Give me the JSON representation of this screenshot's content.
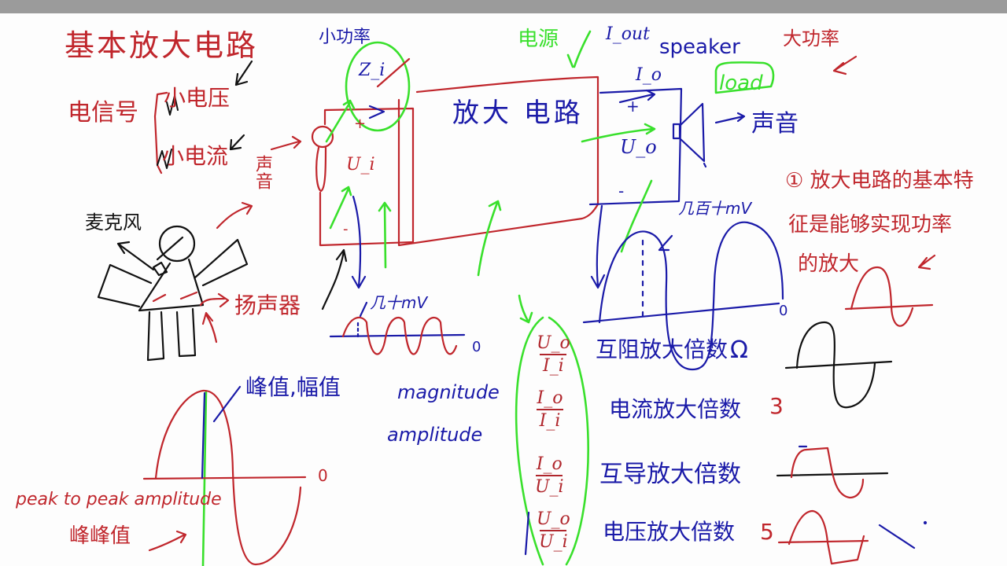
{
  "title": "基本放大电路",
  "signal": {
    "label": "电信号",
    "types": [
      "小电压",
      "小电流"
    ]
  },
  "input_side": {
    "microphone_label": "麦克风",
    "sound_label": "声音",
    "speaker_label": "扬声器",
    "low_power_label": "小功率",
    "input_impedance": "Z_i",
    "input_voltage": "U_i",
    "plus_sign": "+",
    "minus_sign": "-",
    "input_amplitude": "几十mV"
  },
  "amplifier": {
    "label": "放大 电路",
    "power_source_label": "电源"
  },
  "output_side": {
    "current_out_label": "I_out",
    "speaker_en": "speaker",
    "output_current": "I_o",
    "load_label": "load",
    "sound_out_label": "声音",
    "output_voltage": "U_o",
    "plus_sign": "+",
    "minus_sign": "-",
    "high_power_label": "大功率",
    "output_amplitude": "几百十mV",
    "zero_label": "0"
  },
  "feature_note": {
    "lines": [
      "① 放大电路的基本特",
      "征是能够实现功率",
      "的放大"
    ]
  },
  "waveform_terms": {
    "peak_cn": "峰值,幅值",
    "magnitude_en": "magnitude",
    "amplitude_en": "amplitude",
    "peak_to_peak_en": "peak to peak amplitude",
    "peak_to_peak_cn": "峰峰值",
    "zero_label": "0"
  },
  "gains": [
    {
      "numerator": "U_o",
      "denominator": "I_i",
      "name": "互阻放大倍数",
      "unit": "Ω",
      "value": ""
    },
    {
      "numerator": "I_o",
      "denominator": "I_i",
      "name": "电流放大倍数",
      "unit": "",
      "value": "3"
    },
    {
      "numerator": "I_o",
      "denominator": "U_i",
      "name": "互导放大倍数",
      "unit": "",
      "value": ""
    },
    {
      "numerator": "U_o",
      "denominator": "U_i",
      "name": "电压放大倍数",
      "unit": "",
      "value": "5"
    }
  ],
  "colors": {
    "red": "#c0262c",
    "blue": "#1a1aa8",
    "green": "#39e02c",
    "black": "#111111",
    "topbar": "#9b9b9b",
    "background": "#fdfdfd"
  }
}
